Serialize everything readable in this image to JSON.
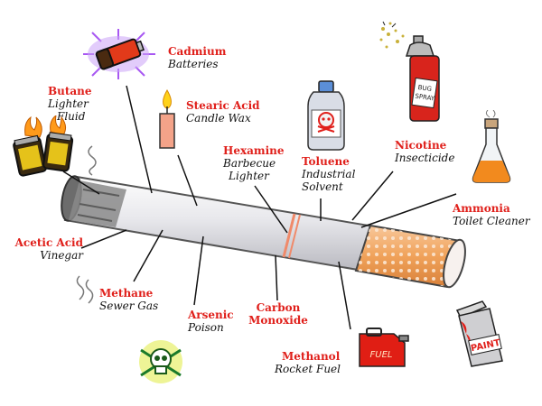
{
  "labels": {
    "cadmium": {
      "chemical": "Cadmium",
      "use": "Batteries"
    },
    "butane": {
      "chemical": "Butane",
      "use_line1": "Lighter",
      "use_line2": "Fluid"
    },
    "stearic": {
      "chemical": "Stearic Acid",
      "use": "Candle Wax"
    },
    "hexamine": {
      "chemical": "Hexamine",
      "use_line1": "Barbecue",
      "use_line2": "Lighter"
    },
    "toluene": {
      "chemical": "Toluene",
      "use_line1": "Industrial",
      "use_line2": "Solvent"
    },
    "nicotine": {
      "chemical": "Nicotine",
      "use": "Insecticide"
    },
    "ammonia": {
      "chemical": "Ammonia",
      "use": "Toilet Cleaner"
    },
    "acetic": {
      "chemical": "Acetic Acid",
      "use": "Vinegar"
    },
    "methane": {
      "chemical": "Methane",
      "use": "Sewer Gas"
    },
    "arsenic": {
      "chemical": "Arsenic",
      "use": "Poison"
    },
    "carbon": {
      "chemical_line1": "Carbon",
      "chemical_line2": "Monoxide"
    },
    "methanol": {
      "chemical": "Methanol",
      "use": "Rocket Fuel"
    }
  },
  "icon_text": {
    "bug_spray_line1": "BUG",
    "bug_spray_line2": "SPRAY",
    "fuel_can": "FUEL",
    "paint_can": "PAINT"
  },
  "icons": [
    "battery-icon",
    "lighter-icon",
    "candle-icon",
    "solvent-bottle-icon",
    "bug-spray-icon",
    "flask-icon",
    "smoke-icon",
    "skull-crossbones-icon",
    "fuel-can-icon",
    "paint-can-icon"
  ],
  "colors": {
    "chemical_text": "#e0201b",
    "use_text": "#111111",
    "filter": "#f2a15a",
    "paper": "#e9e9ec"
  }
}
